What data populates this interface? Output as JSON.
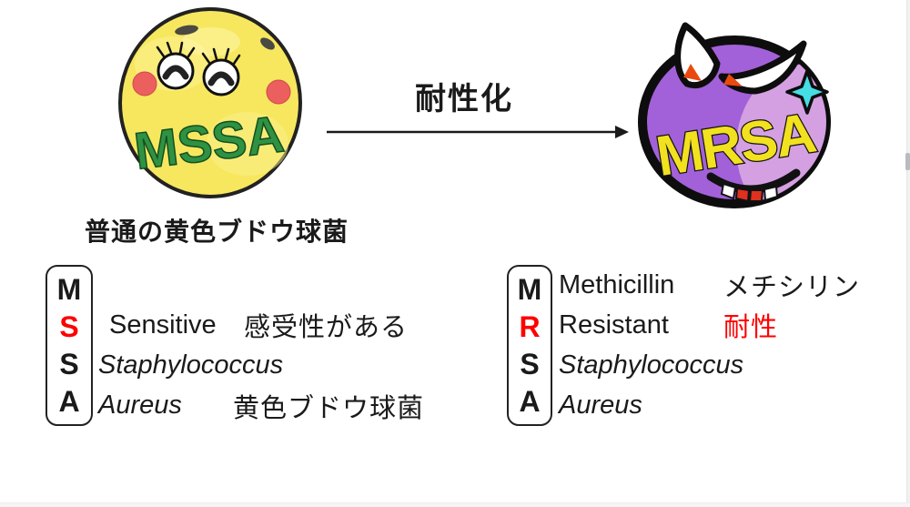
{
  "header": {
    "arrow_label": "耐性化",
    "mssa_caption": "普通の黄色ブドウ球菌",
    "mssa_name": "MSSA",
    "mrsa_name": "MRSA"
  },
  "left_acronym": {
    "letters": [
      "M",
      "S",
      "S",
      "A"
    ],
    "red_letter_index": 1,
    "rows": [
      {
        "en": "",
        "ja": ""
      },
      {
        "en": "Sensitive",
        "ja": "感受性がある"
      },
      {
        "en": "Staphylococcus",
        "ja": ""
      },
      {
        "en": "Aureus",
        "ja": "黄色ブドウ球菌"
      }
    ]
  },
  "right_acronym": {
    "letters": [
      "M",
      "R",
      "S",
      "A"
    ],
    "red_letter_index": 1,
    "rows": [
      {
        "en": "Methicillin",
        "ja": "メチシリン"
      },
      {
        "en": "Resistant",
        "ja": "耐性"
      },
      {
        "en": "Staphylococcus",
        "ja": ""
      },
      {
        "en": "Aureus",
        "ja": ""
      }
    ]
  },
  "colors": {
    "accent_red": "#ff0000",
    "text_black": "#1a1a1a",
    "mssa_body_yellow": "#f7e75f",
    "mssa_letters_green": "#2f9242",
    "mssa_cheek_red": "#ec5f5f",
    "mrsa_body_purple": "#a261d8",
    "mrsa_body_lavender": "#d4a0e2",
    "mrsa_letters_yellow": "#f2e11e",
    "mrsa_sparkle_cyan": "#45dce6",
    "mrsa_pupil_orange": "#ea4a10"
  }
}
